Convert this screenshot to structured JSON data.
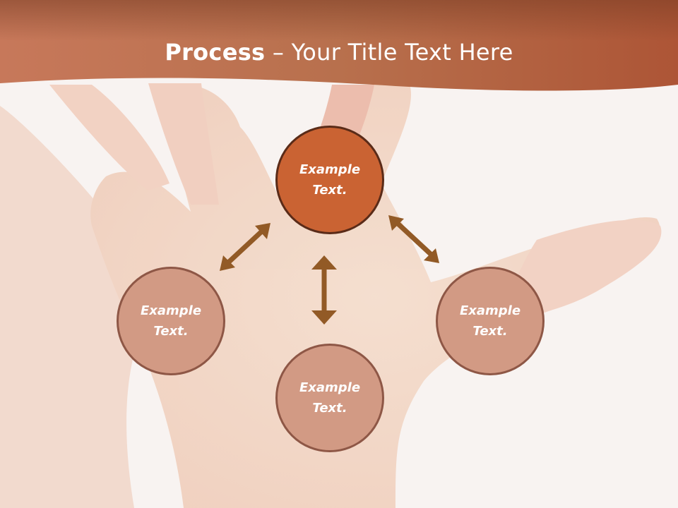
{
  "slide": {
    "title_bold": "Process",
    "title_rest": " – Your Title Text Here"
  },
  "colors": {
    "banner": "#b76a48",
    "main_circle": "#ca6333",
    "sub_circle": "#d29a84",
    "arrow": "#925a26"
  },
  "nodes": {
    "top": {
      "text": "Example\nText."
    },
    "left": {
      "text": "Example\nText."
    },
    "right": {
      "text": "Example\nText."
    },
    "bottom": {
      "text": "Example\nText."
    }
  }
}
